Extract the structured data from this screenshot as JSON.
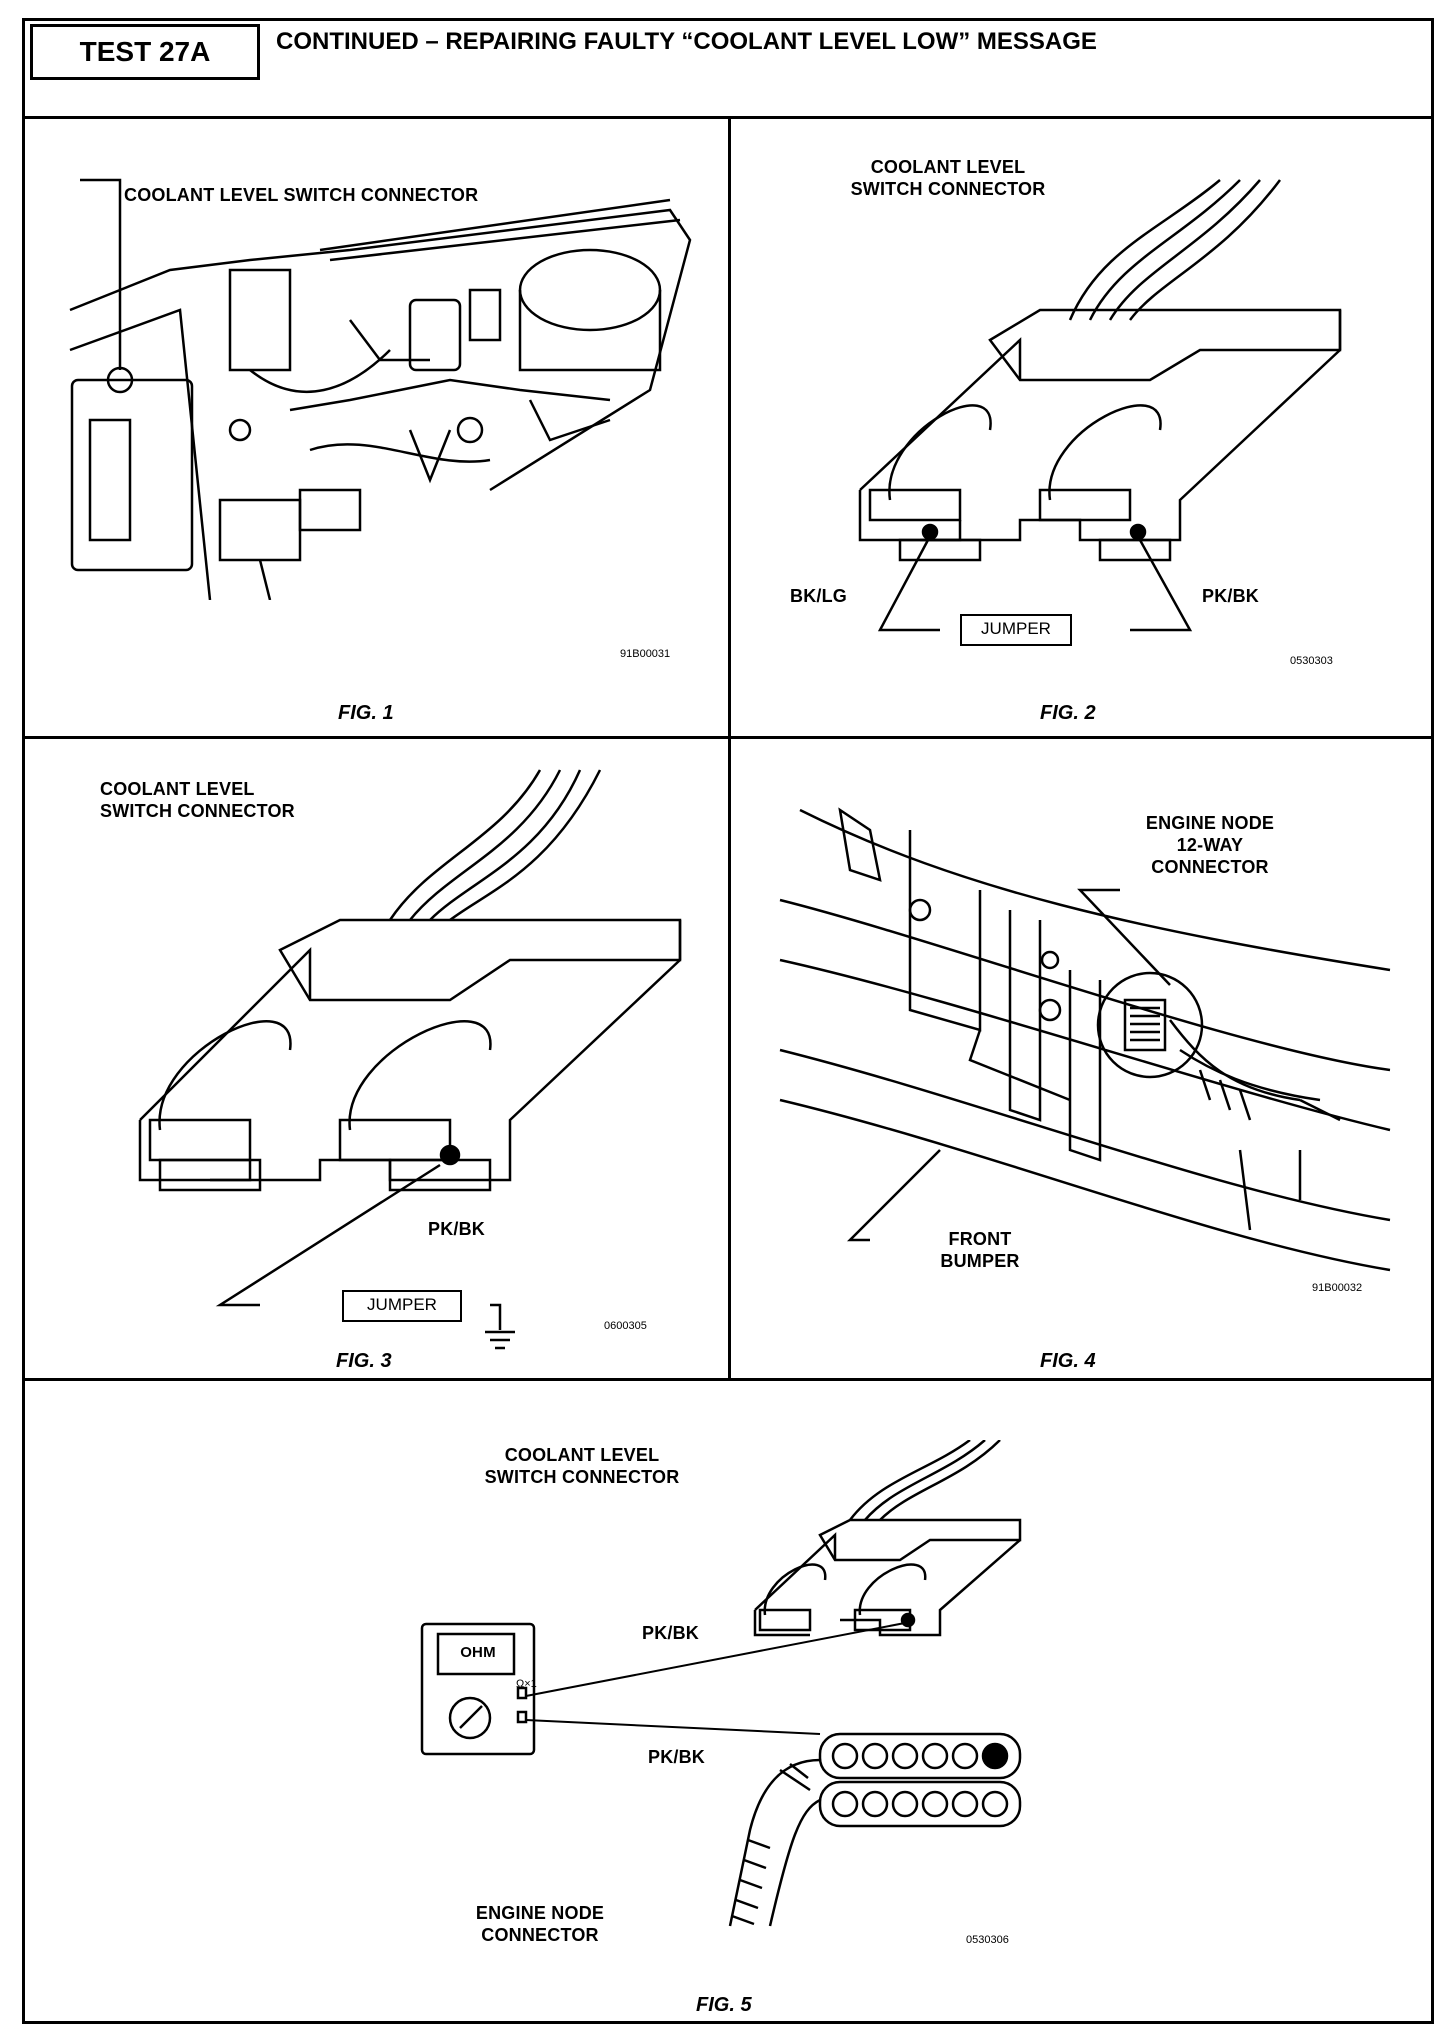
{
  "header": {
    "test_label": "TEST 27A",
    "title": "CONTINUED – REPAIRING FAULTY “COOLANT LEVEL LOW” MESSAGE"
  },
  "fig1": {
    "callout": "COOLANT LEVEL SWITCH CONNECTOR",
    "code": "91B00031",
    "caption": "FIG. 1"
  },
  "fig2": {
    "callout": "COOLANT LEVEL\nSWITCH CONNECTOR",
    "wire_left": "BK/LG",
    "wire_right": "PK/BK",
    "jumper": "JUMPER",
    "code": "0530303",
    "caption": "FIG. 2"
  },
  "fig3": {
    "callout": "COOLANT LEVEL\nSWITCH CONNECTOR",
    "wire": "PK/BK",
    "jumper": "JUMPER",
    "code": "0600305",
    "caption": "FIG. 3"
  },
  "fig4": {
    "callout_node": "ENGINE NODE\n12-WAY\nCONNECTOR",
    "callout_bumper": "FRONT\nBUMPER",
    "code": "91B00032",
    "caption": "FIG. 4"
  },
  "fig5": {
    "callout_switch": "COOLANT LEVEL\nSWITCH CONNECTOR",
    "wire_top": "PK/BK",
    "wire_bottom": "PK/BK",
    "meter_display": "OHM",
    "meter_range": "Ω×1",
    "callout_node": "ENGINE NODE\nCONNECTOR",
    "code": "0530306",
    "caption": "FIG. 5"
  }
}
